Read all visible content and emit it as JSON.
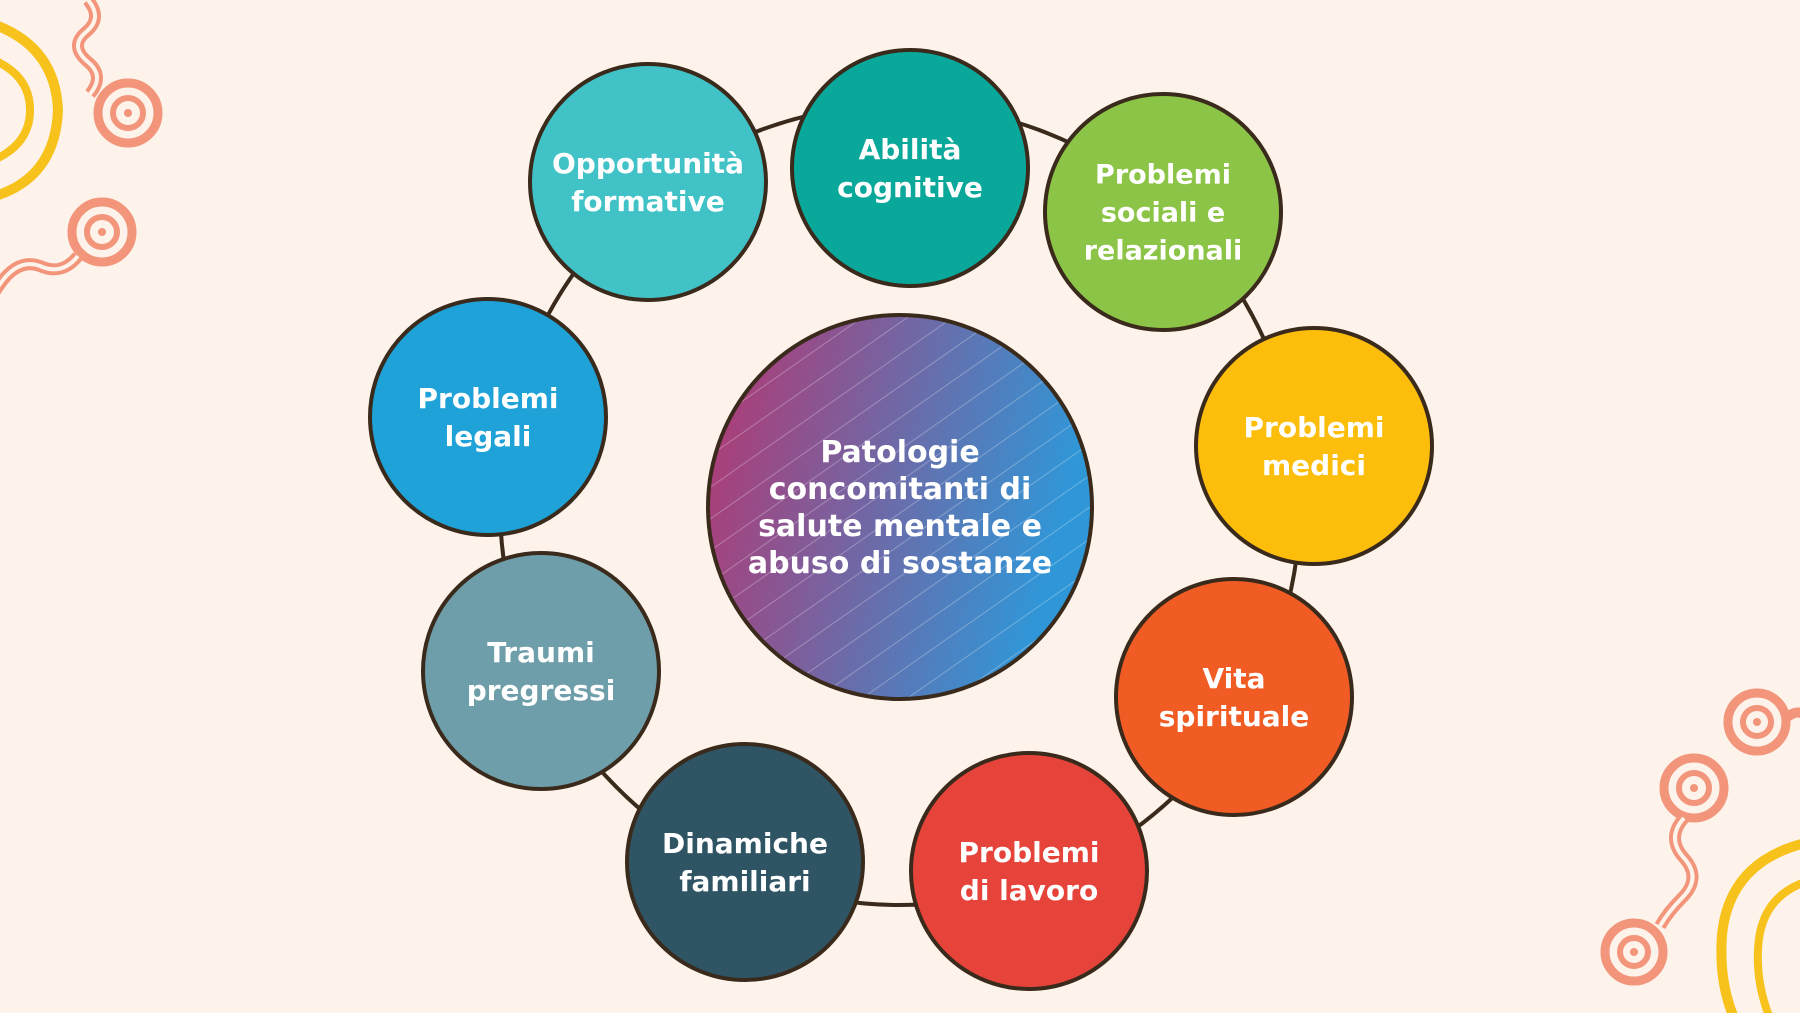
{
  "center": {
    "lines": [
      "Patologie",
      "concomitanti di",
      "salute mentale e",
      "abuso di sostanze"
    ],
    "gradient_start": "#b7356f",
    "gradient_end": "#2f97d8"
  },
  "nodes": [
    {
      "lines": [
        "Abilità",
        "cognitive"
      ],
      "color": "#0aa89a"
    },
    {
      "lines": [
        "Problemi",
        "sociali e",
        "relazionali"
      ],
      "color": "#8cc447"
    },
    {
      "lines": [
        "Problemi",
        "medici"
      ],
      "color": "#fcbd0b"
    },
    {
      "lines": [
        "Vita",
        "spirituale"
      ],
      "color": "#f05c24"
    },
    {
      "lines": [
        "Problemi",
        "di lavoro"
      ],
      "color": "#e6443a"
    },
    {
      "lines": [
        "Dinamiche",
        "familiari"
      ],
      "color": "#2f5564"
    },
    {
      "lines": [
        "Traumi",
        "pregressi"
      ],
      "color": "#6e9eaa"
    },
    {
      "lines": [
        "Problemi",
        "legali"
      ],
      "color": "#1ea2d8"
    },
    {
      "lines": [
        "Opportunità",
        "formative"
      ],
      "color": "#41c2c6"
    }
  ],
  "colors": {
    "outline": "#3a2a1c",
    "decor_yellow": "#f7c21c",
    "decor_salmon": "#f2957a",
    "background": "#fdf3ea"
  }
}
